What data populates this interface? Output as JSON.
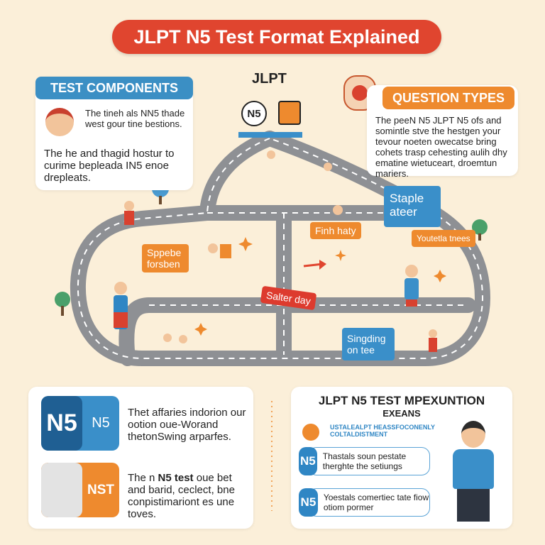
{
  "title": "JLPT N5 Test Format Explained",
  "test_components": {
    "header": "TEST COMPONENTS",
    "text1": "The tineh als NN5 thade west gour tine bestions.",
    "text2": "The he and thagid hostur to curime bepleada IN5 enoe drepleats."
  },
  "center_logo": {
    "label": "JLPT",
    "badge": "N5"
  },
  "question_types": {
    "header": "QUESTION TYPES",
    "text": "The peeN N5 JLPT N5 ofs and somintle stve the hestgen your tevour noeten owecatse bring cohets trasp cehesting aulih dhy ematine wietuceart, droemtun mariers."
  },
  "map_labels": {
    "sppebe": "Sppebe forsben",
    "finh": "Finh haty",
    "staple": "Staple ateer",
    "youtetla": "Youtetla tnees",
    "salter": "Salter day",
    "singding": "Singding on tee"
  },
  "bottom_left": {
    "item1": {
      "badge_big": "N5",
      "badge_small": "N5",
      "text": "Thet affaries indorion our ootion oue-Worand thetonSwing arparfes."
    },
    "item2": {
      "badge": "NST",
      "text_prefix": "The n ",
      "text_bold": "N5 test",
      "text_rest": " oue bet and barid, ceclect, bne conpistimariont es une toves."
    }
  },
  "bottom_right": {
    "title": "JLPT N5 TEST MPEXUNTION",
    "subtitle": "EXEANS",
    "link": "USTALEALPT HEASSFOCONENLY COLTALDISTMENT",
    "items": [
      {
        "badge": "N5",
        "text": "Thastals soun pestate therghte the setiungs"
      },
      {
        "badge": "N5",
        "text": "Yoestals comertiec tate fiow otiom pormer"
      }
    ]
  },
  "colors": {
    "red": "#e0452f",
    "blue": "#3a8fc9",
    "orange": "#ee8a2e",
    "road": "#8e9094",
    "background": "#fbefd9"
  }
}
